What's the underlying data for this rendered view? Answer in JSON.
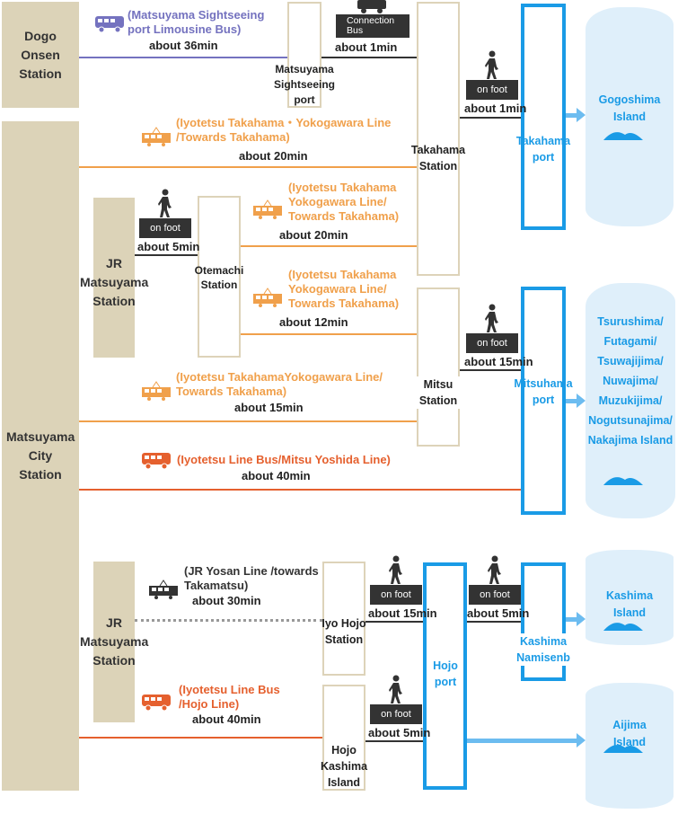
{
  "stations": {
    "dogo": "Dogo Onsen Station",
    "city": "Matsuyama City Station",
    "jr_top": "JR Matsuyama Station",
    "jr_bottom": "JR Matsuyama Station",
    "sightseeing": "Matsuyama Sightseeing port",
    "takahama": "Takahama Station",
    "otemachi": "Otemachi Station",
    "mitsu": "Mitsu Station",
    "iyohojo": "Iyo Hojo Station",
    "hojokashima": "Hojo Kashima Island"
  },
  "ports": {
    "takahama": "Takahama port",
    "mitsuhama": "Mitsuhama port",
    "hojo": "Hojo port",
    "kashima": "Kashima Namisenb"
  },
  "islands": {
    "gogoshima": "Gogoshima Island",
    "nakajima": "Tsurushima/ Futagami/ Tsuwajijima/ Nuwajima/ Muzukijima/ Nogutsunajima/ Nakajima Island",
    "kashima": "Kashima Island",
    "aijima": "Aijima Island"
  },
  "routes": {
    "limousine": {
      "name": "(Matsuyama Sightseeing port Limousine Bus)",
      "time": "about 36min"
    },
    "connection": {
      "name": "Connection Bus",
      "time": "about 1min"
    },
    "iyotetsu1": {
      "name": "(Iyotetsu Takahama・Yokogawara Line /Towards Takahama)",
      "time": "about 20min"
    },
    "iyotetsu2": {
      "name": "(Iyotetsu Takahama Yokogawara Line/ Towards Takahama)",
      "time": "about 20min"
    },
    "iyotetsu3": {
      "name": "(Iyotetsu Takahama Yokogawara Line/ Towards Takahama)",
      "time": "about 12min"
    },
    "iyotetsu4": {
      "name": "(Iyotetsu TakahamaYokogawara Line/ Towards Takahama)",
      "time": "about 15min"
    },
    "bus_mitsu": {
      "name": "(Iyotetsu Line Bus/Mitsu Yoshida Line)",
      "time": "about 40min"
    },
    "jr_yosan": {
      "name": "(JR Yosan Line /towards Takamatsu)",
      "time": "about 30min"
    },
    "bus_hojo": {
      "name": "(Iyotetsu Line Bus /Hojo Line)",
      "time": "about 40min"
    }
  },
  "walks": {
    "label": "on foot",
    "jr_otemachi": "about 5min",
    "takahama": "about 1min",
    "mitsu": "about 15min",
    "iyohojo": "about 15min",
    "kashima": "about 5min",
    "hojokashima": "about 5min"
  },
  "colors": {
    "station": "#dcd3b8",
    "port": "#1a9be6",
    "limousine": "#7472bf",
    "iyotetsu_train": "#f0a04b",
    "iyotetsu_bus": "#e5602e",
    "jr": "#999999",
    "island": "#dfeffa"
  }
}
